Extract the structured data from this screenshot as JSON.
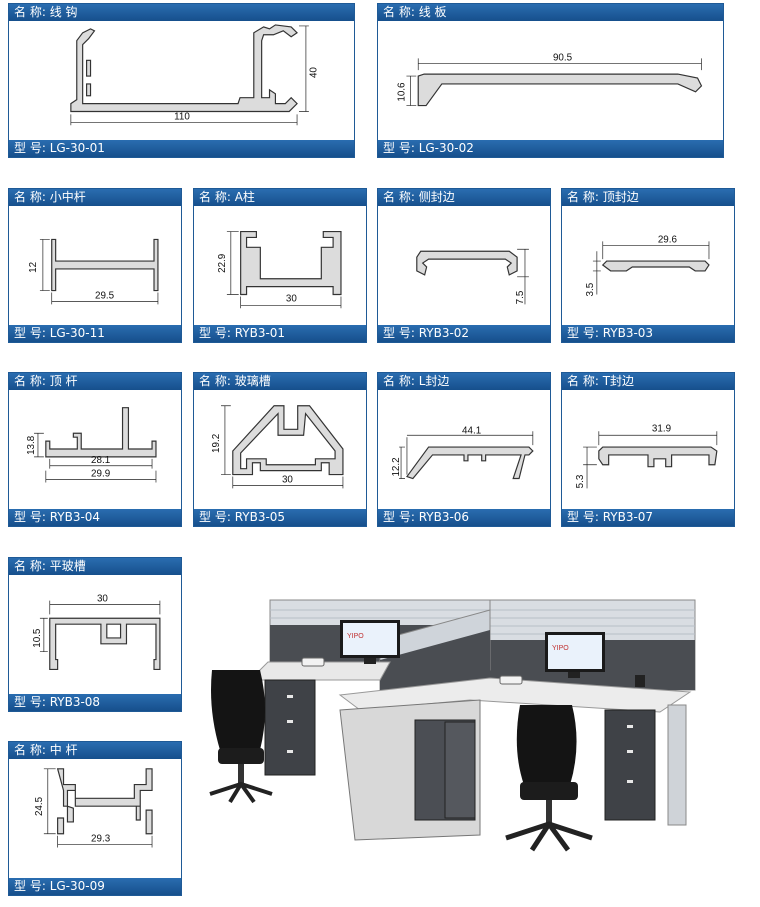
{
  "name_label": "名 称:",
  "model_label": "型 号:",
  "colors": {
    "header_bar": "#1f5a96",
    "profile_fill": "#dcdcdc"
  },
  "profiles": [
    {
      "name": "线 钩",
      "model": "LG-30-01",
      "dims": [
        "110",
        "40"
      ]
    },
    {
      "name": "线 板",
      "model": "LG-30-02",
      "dims": [
        "90.5",
        "10.6"
      ]
    },
    {
      "name": "小中杆",
      "model": "LG-30-11",
      "dims": [
        "29.5",
        "12"
      ]
    },
    {
      "name": "A柱",
      "model": "RYB3-01",
      "dims": [
        "30",
        "22.9"
      ]
    },
    {
      "name": "侧封边",
      "model": "RYB3-02",
      "dims": [
        "7.5"
      ]
    },
    {
      "name": "顶封边",
      "model": "RYB3-03",
      "dims": [
        "29.6",
        "3.5"
      ]
    },
    {
      "name": "顶 杆",
      "model": "RYB3-04",
      "dims": [
        "28.1",
        "29.9",
        "13.8"
      ]
    },
    {
      "name": "玻璃槽",
      "model": "RYB3-05",
      "dims": [
        "30",
        "19.2"
      ]
    },
    {
      "name": "L封边",
      "model": "RYB3-06",
      "dims": [
        "44.1",
        "12.2"
      ]
    },
    {
      "name": "T封边",
      "model": "RYB3-07",
      "dims": [
        "31.9",
        "5.3"
      ]
    },
    {
      "name": "平玻槽",
      "model": "RYB3-08",
      "dims": [
        "30",
        "10.5"
      ]
    },
    {
      "name": "中 杆",
      "model": "LG-30-09",
      "dims": [
        "24.5",
        "29.3"
      ]
    }
  ],
  "photo": {
    "monitor_brand": "YIPO"
  }
}
